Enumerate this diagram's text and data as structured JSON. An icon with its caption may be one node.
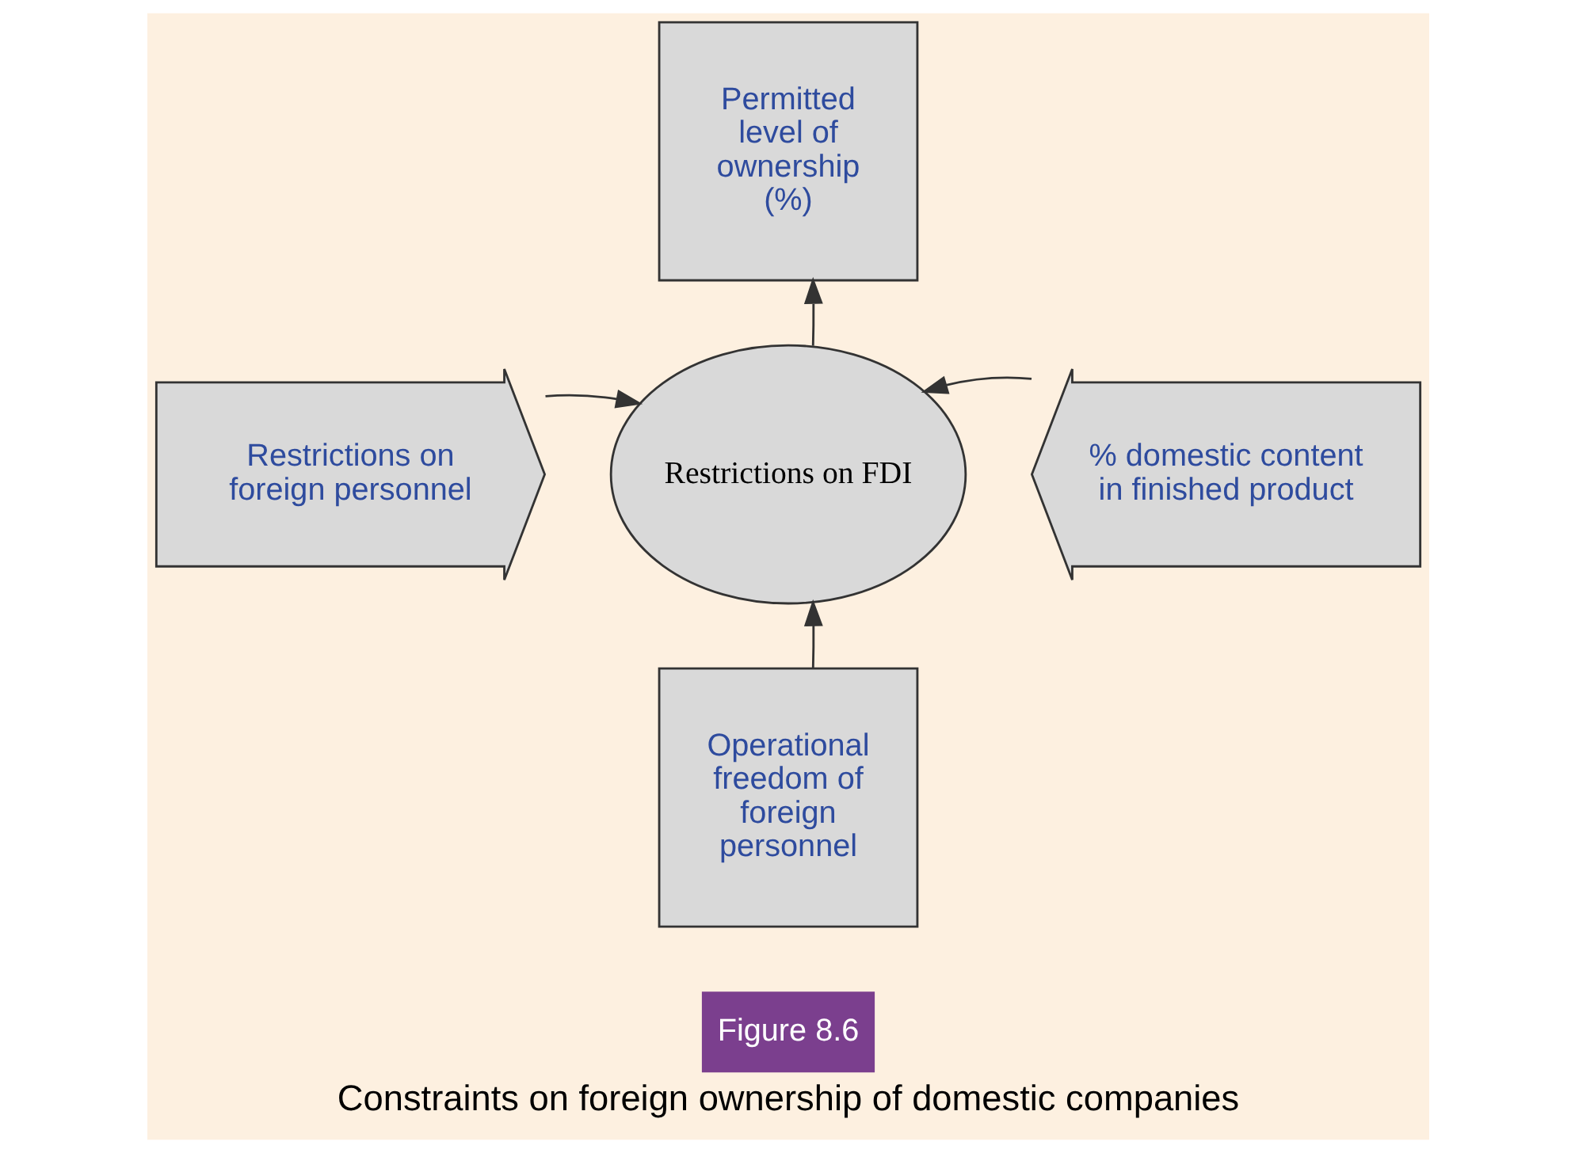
{
  "diagram": {
    "caption": "Constraints on foreign ownership of domestic companies",
    "nodes": [
      {
        "text": [
          "Restrictions on FDI"
        ]
      },
      {
        "text": [
          "Permitted level of ownership (%)"
        ]
      },
      {
        "text": [
          "Restrictions on foreign personnel"
        ]
      },
      {
        "text": [
          "% domestic content in finished product"
        ]
      },
      {
        "text": [
          "Operational freedom of foreign personnel"
        ]
      }
    ],
    "edges": [
      {
        "from": 0,
        "to": 1,
        "arrow": "to"
      },
      {
        "from": 2,
        "to": 0,
        "arrow": "to"
      },
      {
        "from": 3,
        "to": 0,
        "arrow": "to"
      },
      {
        "from": 4,
        "to": 0,
        "arrow": "to"
      }
    ],
    "labels": [
      "Figure 8.6"
    ]
  }
}
